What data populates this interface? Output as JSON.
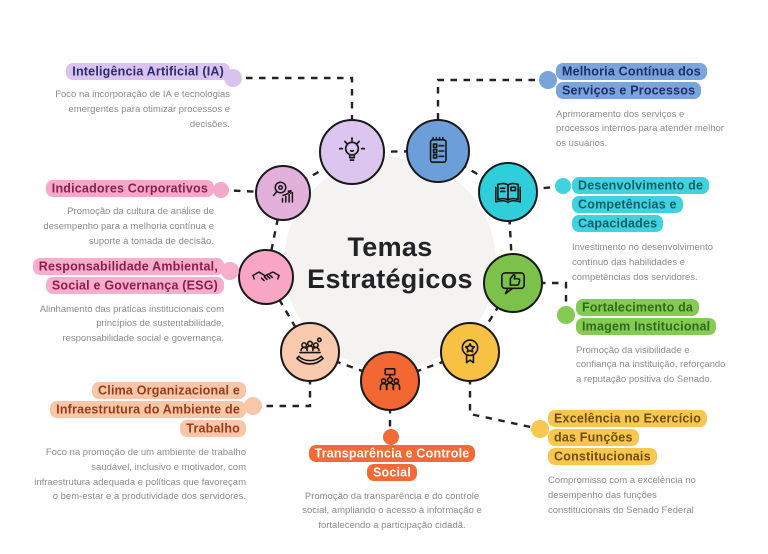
{
  "center": {
    "title": "Temas Estratégicos"
  },
  "themes": [
    {
      "title": "Inteligência Artificial (IA)",
      "description": "Foco na incorporação de IA e tecnologias emergentes para otimizar processos e decisões.",
      "accent": "#d9c3ef",
      "title_color": "#2b2c6f",
      "circle_color": "#dcc6f0",
      "icon": "lightbulb-icon"
    },
    {
      "title": "Indicadores Corporativos",
      "description": "Promoção da cultura de análise de desempenho para a melhoria contínua e suporte à tomada de decisão.",
      "accent": "#f2a9cb",
      "title_color": "#8e1d50",
      "circle_color": "#e2b0da",
      "icon": "search-chart-icon"
    },
    {
      "title": "Responsabilidade Ambiental, Social e Governança (ESG)",
      "description": "Alinhamento das práticas institucionais com princípios de sustentabilidade, responsabilidade social e governança.",
      "accent": "#f6aecb",
      "title_color": "#8e1d50",
      "circle_color": "#f8a6c3",
      "icon": "handshake-icon"
    },
    {
      "title": "Clima Organizacional e Infraestrutura do Ambiente de Trabalho",
      "description": "Foco na promoção de um ambiente de trabalho saudável, inclusivo e motivador, com infraestrutura adequada e políticas que favoreçam o bem-estar e a produtividade dos servidores.",
      "accent": "#f8c7a9",
      "title_color": "#9c3a16",
      "circle_color": "#f9caae",
      "icon": "team-hand-icon"
    },
    {
      "title": "Melhoria Contínua dos Serviços e Processos",
      "description": "Aprimoramento dos serviços e processos internos para atender melhor os usuários.",
      "accent": "#7aa5dc",
      "title_color": "#1d2d6e",
      "circle_color": "#6c9ed9",
      "icon": "checklist-icon"
    },
    {
      "title": "Desenvolvimento de Competências e Capacidades",
      "description": "Investimento no desenvolvimento contínuo das habilidades e competências dos servidores.",
      "accent": "#3ed3de",
      "title_color": "#0e5d66",
      "circle_color": "#2ecfdb",
      "icon": "open-book-icon"
    },
    {
      "title": "Fortalecimento da Imagem Institucional",
      "description": "Promoção da visibilidade e confiança na instituição, reforçando a reputação positiva do Senado.",
      "accent": "#85ca52",
      "title_color": "#2f6b17",
      "circle_color": "#7cc24a",
      "icon": "thumbs-up-bubble-icon"
    },
    {
      "title": "Excelência no Exercício das Funções Constitucionais",
      "description": "Compromisso com a excelência no desempenho das funções constitucionais do Senado Federal",
      "accent": "#f8c74f",
      "title_color": "#6e4d10",
      "circle_color": "#f7c243",
      "icon": "award-ribbon-icon"
    },
    {
      "title": "Transparência e Controle Social",
      "description": "Promoção da transparência e do controle social, ampliando o acesso à informação e fortalecendo a participação cidadã.",
      "accent": "#f26a35",
      "title_color": "#ffffff",
      "circle_color": "#f36832",
      "icon": "people-group-icon"
    }
  ]
}
